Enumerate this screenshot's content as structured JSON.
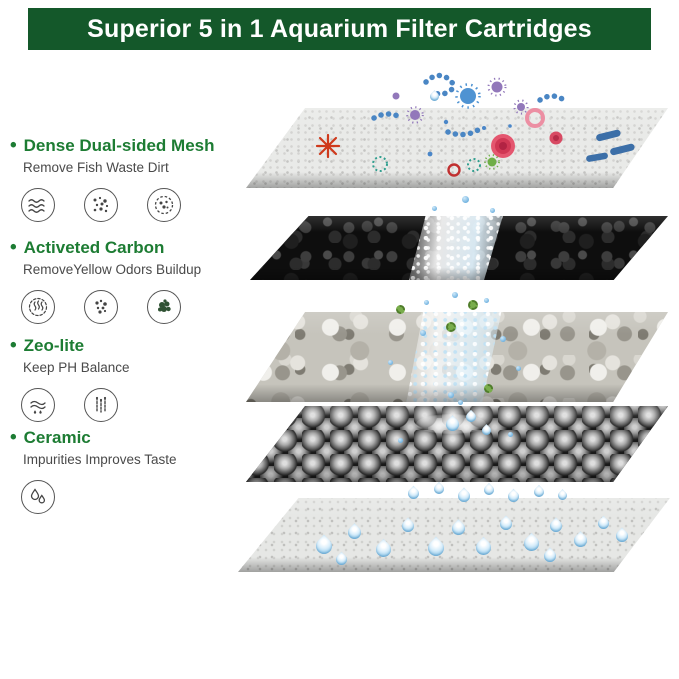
{
  "ui": {
    "bullet": "•"
  },
  "header": {
    "title": "Superior 5 in 1 Aquarium Filter Cartridges"
  },
  "colors": {
    "banner_green": "#14582a",
    "feature_green": "#1d7c33",
    "subtitle_gray": "#4a4a4a",
    "water_blue": "#74b4e0"
  },
  "features": [
    {
      "title": "Dense Dual-sided Mesh",
      "subtitle": "Remove Fish Waste Dirt",
      "icons": [
        "wind-icon",
        "dirt-particles-icon",
        "germ-icon"
      ]
    },
    {
      "title": "Activeted Carbon",
      "subtitle": "RemoveYellow  Odors  Buildup",
      "icons": [
        "odor-icon",
        "molecules-icon",
        "carbon-granules-icon"
      ]
    },
    {
      "title": "Zeo-lite",
      "subtitle": "Keep PH Balance",
      "icons": [
        "moisture-icon",
        "ph-scale-icon"
      ]
    },
    {
      "title": "Ceramic",
      "subtitle": "Impurities  Improves Taste",
      "icons": [
        "water-drops-icon"
      ]
    }
  ],
  "layers": [
    {
      "name": "mesh-layer"
    },
    {
      "name": "activated-carbon-layer"
    },
    {
      "name": "zeolite-layer"
    },
    {
      "name": "ceramic-ball-layer"
    },
    {
      "name": "base-plate-layer"
    }
  ]
}
